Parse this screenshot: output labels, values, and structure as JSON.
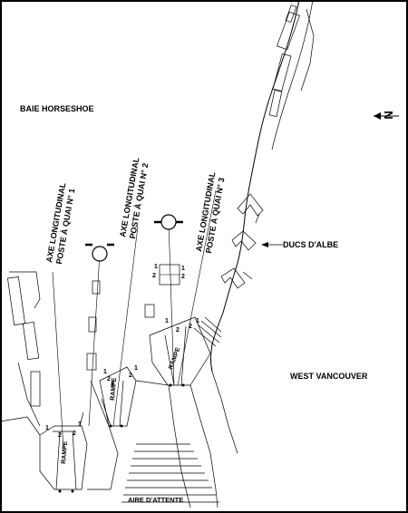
{
  "labels": {
    "bay": "BAIE HORSESHOE",
    "city": "WEST VANCOUVER",
    "dolphins": "DUCS D'ALBE",
    "waiting_area": "AIRE D'ATTENTE"
  },
  "berths": [
    {
      "line1": "AXE LONGITUDINAL",
      "line2": "POSTE À QUAI N° 1"
    },
    {
      "line1": "AXE LONGITUDINAL",
      "line2": "POSTE À QUAI N° 2"
    },
    {
      "line1": "AXE LONGITUDINAL",
      "line2": "POSTE À QUAI N° 3"
    }
  ],
  "ramp_label": "RAMPE",
  "north_label": "N",
  "markers": [
    "1",
    "2",
    "3"
  ]
}
